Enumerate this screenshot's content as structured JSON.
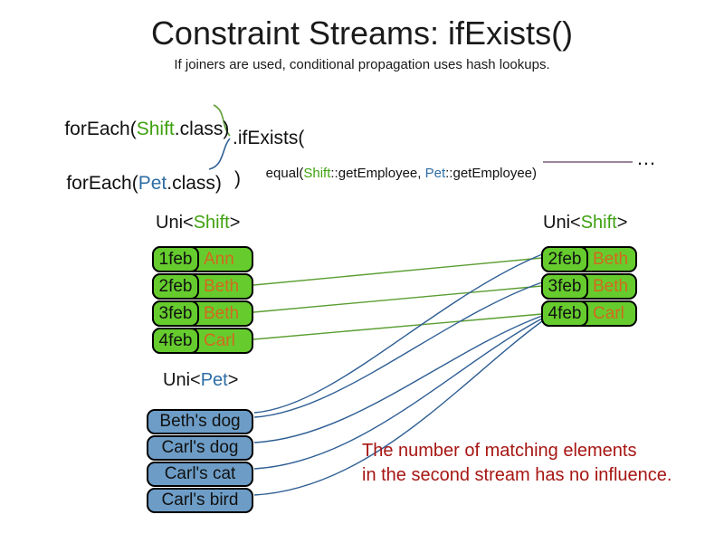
{
  "slide": {
    "title": "Constraint Streams: ifExists()",
    "subtitle": "If joiners are used, conditional propagation uses hash lookups."
  },
  "code": {
    "foreach_shift": {
      "prefix": "forEach(",
      "class_name": "Shift",
      "suffix": ".class)"
    },
    "foreach_pet": {
      "prefix": "forEach(",
      "class_name": "Pet",
      "suffix": ".class)"
    },
    "if_exists_open": ".ifExists(",
    "equal_joiner": {
      "prefix": "equal(",
      "shift_ref": "Shift",
      "mid": "::getEmployee, ",
      "pet_ref": "Pet",
      "suffix": "::getEmployee)"
    },
    "close_paren": ")",
    "ellipsis": "…"
  },
  "left_shift_table": {
    "title": {
      "prefix": "Uni<",
      "type": "Shift",
      "suffix": ">"
    },
    "rows": [
      {
        "date": "1feb",
        "employee": "Ann"
      },
      {
        "date": "2feb",
        "employee": "Beth"
      },
      {
        "date": "3feb",
        "employee": "Beth"
      },
      {
        "date": "4feb",
        "employee": "Carl"
      }
    ]
  },
  "right_shift_table": {
    "title": {
      "prefix": "Uni<",
      "type": "Shift",
      "suffix": ">"
    },
    "rows": [
      {
        "date": "2feb",
        "employee": "Beth"
      },
      {
        "date": "3feb",
        "employee": "Beth"
      },
      {
        "date": "4feb",
        "employee": "Carl"
      }
    ]
  },
  "pet_list": {
    "title": {
      "prefix": "Uni<",
      "type": "Pet",
      "suffix": ">"
    },
    "items": [
      "Beth's dog",
      "Carl's dog",
      "Carl's cat",
      "Carl's bird"
    ]
  },
  "annotation": {
    "line1": "The number of matching elements",
    "line2": "in the second stream has no influence."
  },
  "colors": {
    "shift_green": "#3fa110",
    "pet_blue": "#2e6da4",
    "box_green": "#66cc2e",
    "box_blue": "#6d9dc7",
    "name_orange": "#d2691e",
    "note_red": "#a61613",
    "line_green": "#5b9e31",
    "line_blue": "#2e5e94",
    "line_purple": "#7a5c7d"
  }
}
